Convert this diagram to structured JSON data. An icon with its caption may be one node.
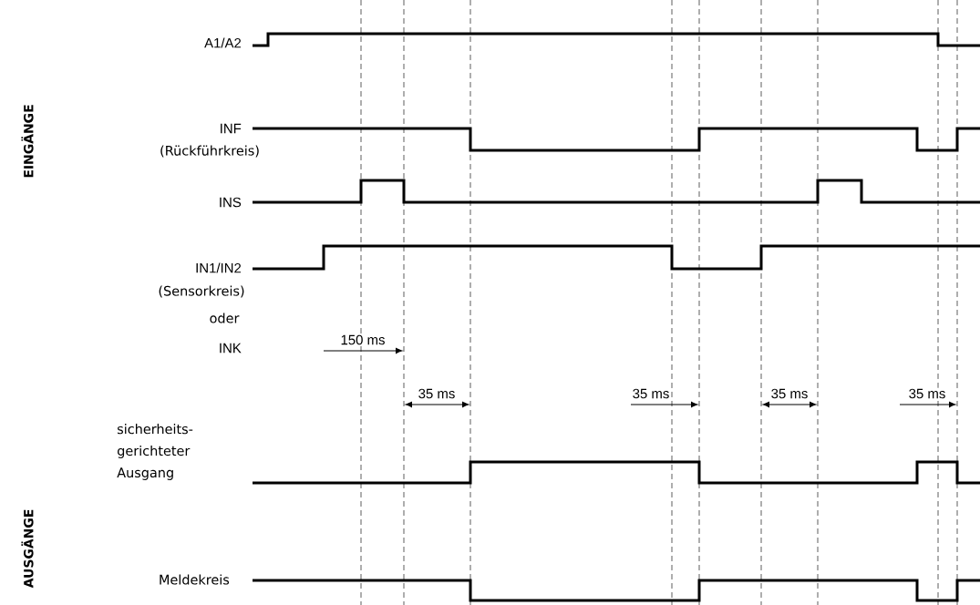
{
  "diagram": {
    "labels": [
      "EINGÄNGE",
      "A1/A2",
      "INF",
      "(Rückführkreis)",
      "INS",
      "IN1/IN2",
      "(Sensorkreis)",
      "oder",
      "INK",
      "150 ms",
      "35 ms",
      "35 ms",
      "35 ms",
      "35 ms",
      "AUSGÄNGE",
      "sicherheits- gerichteter Ausgang",
      "Meldekreis"
    ]
  }
}
